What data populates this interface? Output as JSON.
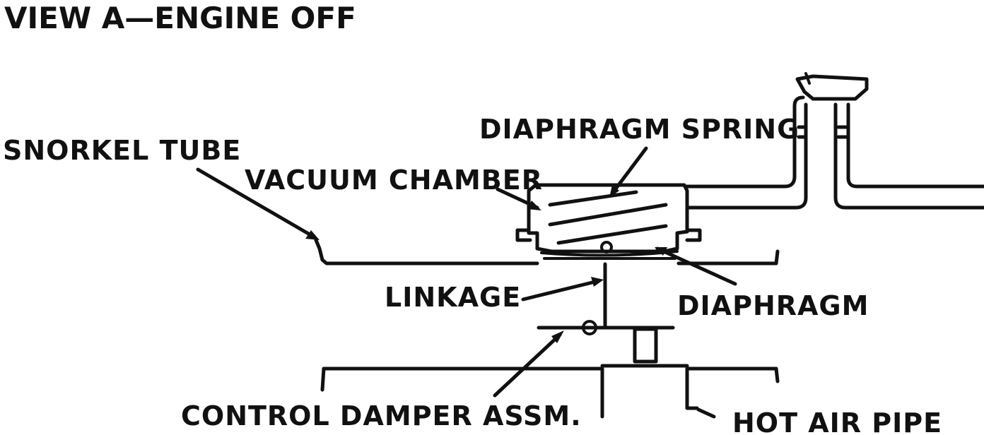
{
  "title": "VIEW A—ENGINE OFF",
  "labels": {
    "snorkel_tube": "SNORKEL TUBE",
    "vacuum_chamber": "VACUUM CHAMBER",
    "diaphragm_spring": "DIAPHRAGM SPRING",
    "linkage": "LINKAGE",
    "diaphragm": "DIAPHRAGM",
    "control_damper": "CONTROL DAMPER ASSM.",
    "hot_air_pipe": "HOT AIR PIPE"
  }
}
